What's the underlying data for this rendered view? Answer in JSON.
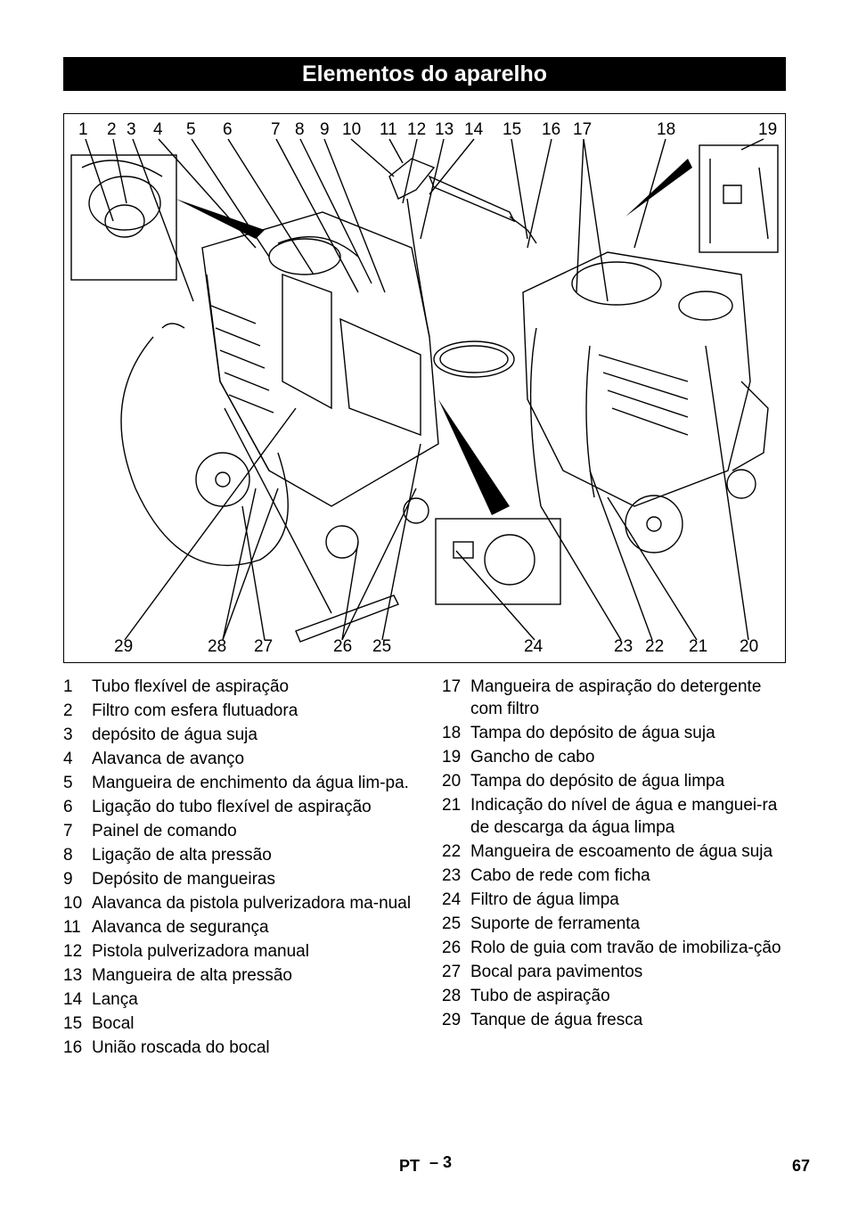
{
  "title": "Elementos do aparelho",
  "callouts_top": [
    "1",
    "2",
    "3",
    "4",
    "5",
    "6",
    "7",
    "8",
    "9",
    "10",
    "11",
    "12",
    "13",
    "14",
    "15",
    "16",
    "17",
    "18",
    "19"
  ],
  "callouts_bottom": [
    "29",
    "28",
    "27",
    "26",
    "25",
    "24",
    "23",
    "22",
    "21",
    "20"
  ],
  "legend_left": [
    {
      "num": "1",
      "text": "Tubo flexível de aspiração"
    },
    {
      "num": "2",
      "text": "Filtro com esfera flutuadora"
    },
    {
      "num": "3",
      "text": "depósito de água suja"
    },
    {
      "num": "4",
      "text": "Alavanca de avanço"
    },
    {
      "num": "5",
      "text": "Mangueira de enchimento da água lim-pa."
    },
    {
      "num": "6",
      "text": "Ligação do tubo flexível de aspiração"
    },
    {
      "num": "7",
      "text": "Painel de comando"
    },
    {
      "num": "8",
      "text": "Ligação de alta pressão"
    },
    {
      "num": "9",
      "text": "Depósito de mangueiras"
    },
    {
      "num": "10",
      "text": "Alavanca da pistola pulverizadora ma-nual"
    },
    {
      "num": "11",
      "text": "Alavanca de segurança"
    },
    {
      "num": "12",
      "text": "Pistola pulverizadora manual"
    },
    {
      "num": "13",
      "text": "Mangueira de alta pressão"
    },
    {
      "num": "14",
      "text": "Lança"
    },
    {
      "num": "15",
      "text": "Bocal"
    },
    {
      "num": "16",
      "text": "União roscada do bocal"
    }
  ],
  "legend_right": [
    {
      "num": "17",
      "text": "Mangueira de aspiração do detergente com filtro"
    },
    {
      "num": "18",
      "text": "Tampa do depósito de água suja"
    },
    {
      "num": "19",
      "text": "Gancho de cabo"
    },
    {
      "num": "20",
      "text": "Tampa do depósito de água limpa"
    },
    {
      "num": "21",
      "text": "Indicação do nível de água e manguei-ra de descarga da água limpa"
    },
    {
      "num": "22",
      "text": "Mangueira de escoamento de água suja"
    },
    {
      "num": "23",
      "text": "Cabo de rede com ficha"
    },
    {
      "num": "24",
      "text": "Filtro de água limpa"
    },
    {
      "num": "25",
      "text": "Suporte de ferramenta"
    },
    {
      "num": "26",
      "text": "Rolo de guia com travão de imobiliza-ção"
    },
    {
      "num": "27",
      "text": "Bocal para pavimentos"
    },
    {
      "num": "28",
      "text": "Tubo de aspiração"
    },
    {
      "num": "29",
      "text": "Tanque de água fresca"
    }
  ],
  "footer": {
    "lang": "PT",
    "dash_page": "– 3",
    "page_number": "67"
  }
}
